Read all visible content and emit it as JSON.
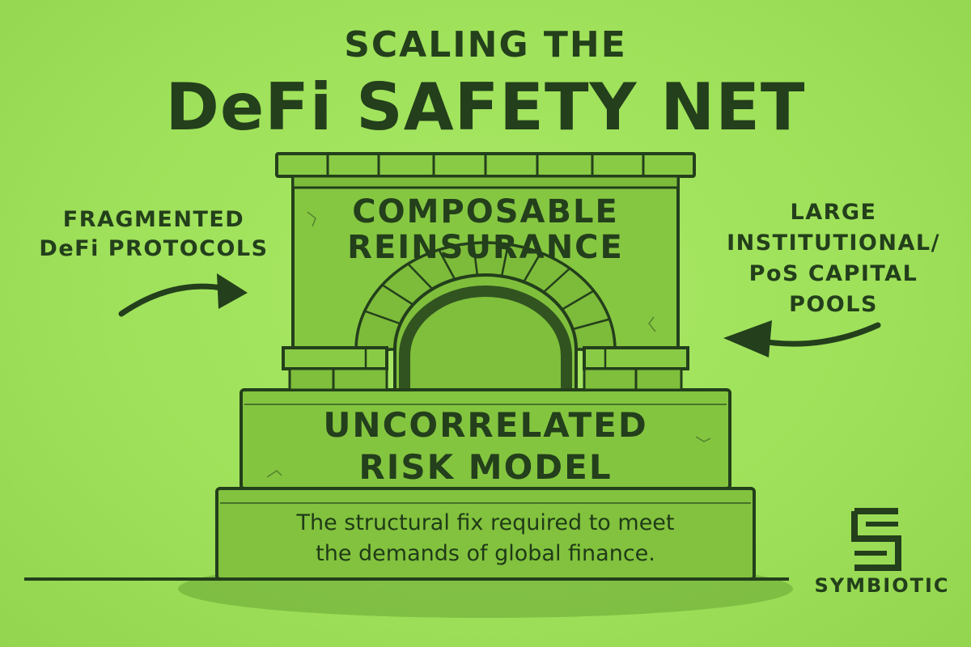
{
  "header": {
    "subtitle": "SCALING THE",
    "title": "DeFi SAFETY NET"
  },
  "left_label": {
    "line1": "FRAGMENTED",
    "line2": "DeFi PROTOCOLS"
  },
  "right_label": {
    "line1": "LARGE",
    "line2": "INSTITUTIONAL/",
    "line3": "PoS CAPITAL",
    "line4": "POOLS"
  },
  "arch": {
    "line1": "COMPOSABLE",
    "line2": "REINSURANCE"
  },
  "foundation": {
    "line1": "UNCORRELATED",
    "line2": "RISK MODEL"
  },
  "base": {
    "line1": "The structural fix required to meet",
    "line2": "the demands of global finance."
  },
  "brand": {
    "name": "SYMBIOTIC"
  },
  "colors": {
    "background": "#9fe15a",
    "stone": "#7fbf3c",
    "ink": "#233f1b"
  }
}
